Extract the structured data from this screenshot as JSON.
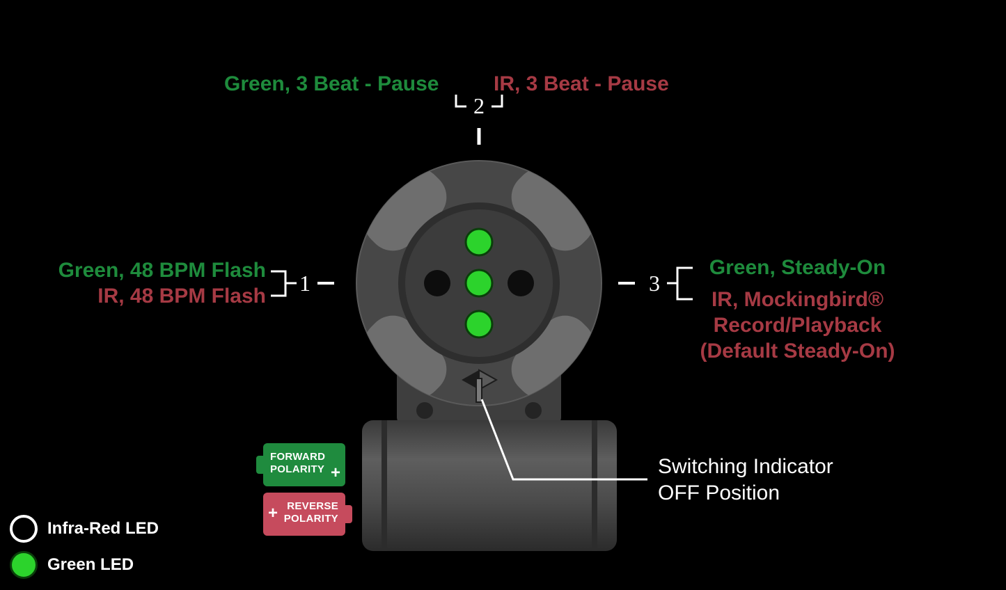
{
  "labels": {
    "position2": {
      "green": "Green, 3 Beat - Pause",
      "ir": "IR, 3 Beat - Pause",
      "number": "2"
    },
    "position1": {
      "green": "Green, 48 BPM Flash",
      "ir": "IR, 48 BPM Flash",
      "number": "1"
    },
    "position3": {
      "green": "Green, Steady-On",
      "ir_line1": "IR, Mockingbird®",
      "ir_line2": "Record/Playback",
      "ir_line3": "(Default Steady-On)",
      "number": "3"
    },
    "switch_indicator": {
      "line1": "Switching Indicator",
      "line2": "OFF Position"
    }
  },
  "badges": {
    "forward_polarity": {
      "line1": "FORWARD",
      "line2": "POLARITY",
      "plus": "+",
      "color": "#1f8b3e"
    },
    "reverse_polarity": {
      "line1": "REVERSE",
      "line2": "POLARITY",
      "plus": "+",
      "color": "#c64b5d"
    }
  },
  "legend": {
    "infrared": {
      "label": "Infra-Red LED",
      "icon": "ir-led-outline-circle"
    },
    "green": {
      "label": "Green LED",
      "icon": "green-led-filled-circle"
    }
  },
  "device": {
    "leds": [
      "green",
      "green",
      "green"
    ],
    "holes": 2,
    "switch_state": "OFF"
  },
  "colors": {
    "background": "#000000",
    "green_text": "#1e8b3c",
    "red_text": "#a63a44",
    "led_green": "#2cd32c",
    "white": "#ffffff"
  }
}
